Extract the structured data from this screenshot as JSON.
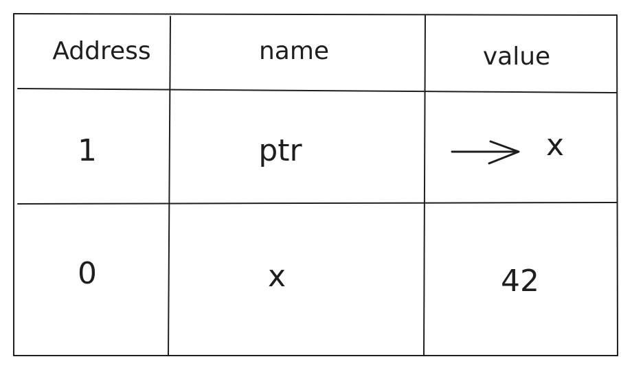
{
  "table": {
    "headers": {
      "address": "Address",
      "name": "name",
      "value": "value"
    },
    "rows": [
      {
        "address": "1",
        "name": "ptr",
        "value": "x",
        "value_icon": "arrow-right-icon"
      },
      {
        "address": "0",
        "name": "x",
        "value": "42"
      }
    ]
  }
}
